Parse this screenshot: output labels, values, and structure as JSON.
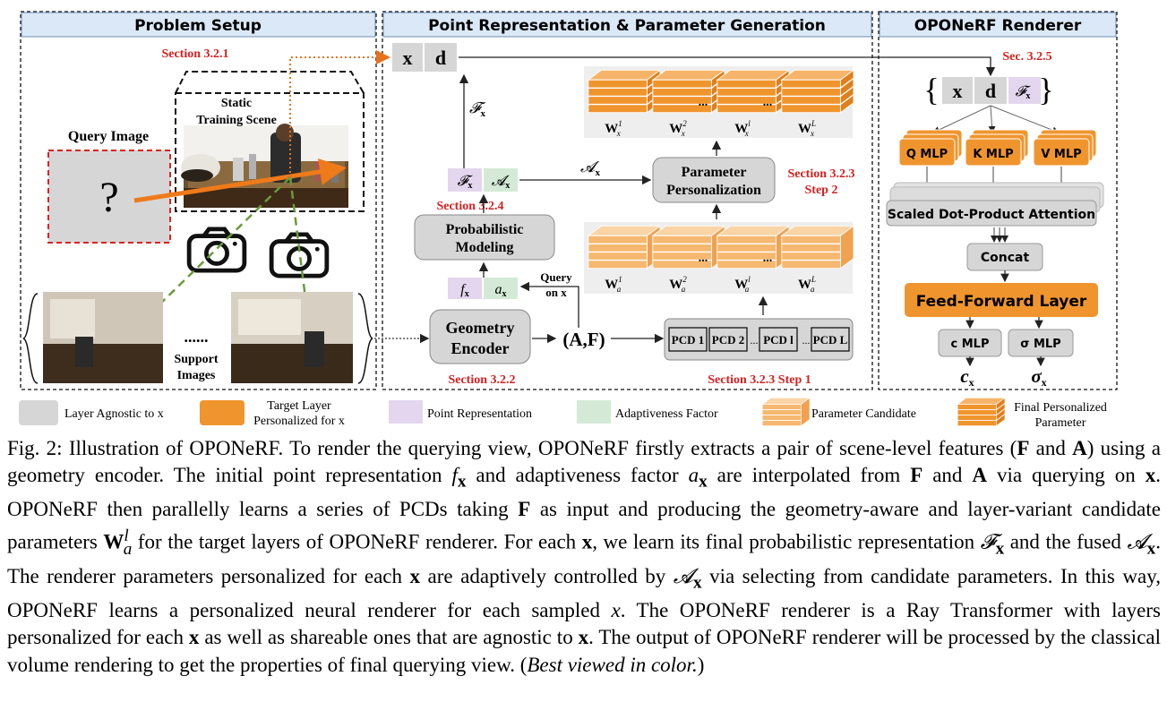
{
  "panels": {
    "problem_setup": "Problem Setup",
    "point_rep": "Point Representation & Parameter Generation",
    "renderer": "OPONeRF Renderer"
  },
  "problem": {
    "section": "Section 3.2.1",
    "static_scene_line1": "Static",
    "static_scene_line2": "Training Scene",
    "query_image": "Query Image",
    "query_mark": "?",
    "ellipsis": "......",
    "support_line1": "Support",
    "support_line2": "Images"
  },
  "point": {
    "x": "x",
    "d": "d",
    "F_x": "𝓕",
    "A_x": "𝓐",
    "sub_x": "x",
    "f_x": "f",
    "a_x": "a",
    "param_personalization_line1": "Parameter",
    "param_personalization_line2": "Personalization",
    "section_323_step2_line1": "Section 3.2.3",
    "section_323_step2_line2": "Step 2",
    "section_324": "Section 3.2.4",
    "prob_modeling_line1": "Probabilistic",
    "prob_modeling_line2": "Modeling",
    "query_on_x_line1": "Query",
    "query_on_x_line2": "on x",
    "geometry_encoder_line1": "Geometry",
    "geometry_encoder_line2": "Encoder",
    "AF": "(A,F)",
    "section_322": "Section 3.2.2",
    "section_323_step1": "Section 3.2.3  Step 1",
    "pcds": [
      "PCD 1",
      "PCD 2",
      "PCD l",
      "PCD L"
    ],
    "final_params": [
      "W",
      "W",
      "W",
      "W"
    ],
    "final_sub": [
      "x",
      "x",
      "x",
      "x"
    ],
    "final_sup": [
      "1",
      "2",
      "l",
      "L"
    ],
    "cand_sub": [
      "a",
      "a",
      "a",
      "a"
    ],
    "cand_sup": [
      "1",
      "2",
      "l",
      "L"
    ],
    "dots": "..."
  },
  "renderer": {
    "sec": "Sec. 3.2.5",
    "x": "x",
    "d": "d",
    "F_x": "𝓕",
    "sub_x": "x",
    "q_mlp": "Q MLP",
    "k_mlp": "K MLP",
    "v_mlp": "V MLP",
    "attention": "Scaled Dot-Product Attention",
    "concat": "Concat",
    "ffl": "Feed-Forward Layer",
    "c_mlp": "c MLP",
    "sigma_mlp": "σ MLP",
    "c_out": "c",
    "sigma_out": "σ"
  },
  "legend": {
    "agnostic": "Layer Agnostic to x",
    "target_line1": "Target Layer",
    "target_line2": "Personalized for x",
    "point_rep": "Point Representation",
    "adaptive": "Adaptiveness Factor",
    "candidate": "Parameter Candidate",
    "final_line1": "Final Personalized",
    "final_line2": "Parameter"
  },
  "colors": {
    "gray_box": "#d6d6d6",
    "orange": "#f0952e",
    "lavender": "#e3d6ee",
    "green": "#d4ead6",
    "header_blue": "#dbe8f7",
    "red_text": "#d62020"
  },
  "caption": {
    "p1": "Fig. 2: Illustration of OPONeRF. To render the querying view, OPONeRF firstly extracts a pair of scene-level features (",
    "F": "F",
    "p2": " and ",
    "A": "A",
    "p3": ") using a geometry encoder. The initial point representation ",
    "fx": "f",
    "p4": " and adaptiveness factor ",
    "ax": "a",
    "p5": " are interpolated from ",
    "p6": " via querying on ",
    "x": "x",
    "p7": ". OPONeRF then parallelly learns a series of PCDs taking ",
    "p8": " as input and producing the geometry-aware and layer-variant candidate parameters ",
    "W": "W",
    "p9": " for the target layers of OPONeRF renderer. For each ",
    "p10": ", we learn its final probabilistic representation ",
    "Fx": "𝓕",
    "p11": " and the fused ",
    "Ax": "𝓐",
    "p12": ". The renderer parameters personalized for each ",
    "p13": " are adaptively controlled by ",
    "p14": " via selecting from candidate parameters. In this way, OPONeRF learns a personalized neural renderer for each sampled ",
    "xi": "x",
    "p15": ". The OPONeRF renderer is a Ray Transformer with layers personalized for each ",
    "p16": " as well as shareable ones that are agnostic to ",
    "p17": ". The output of OPONeRF renderer will be processed by the classical volume rendering to get the properties of final querying view. (",
    "best": "Best viewed in color.",
    "p18": ")"
  }
}
